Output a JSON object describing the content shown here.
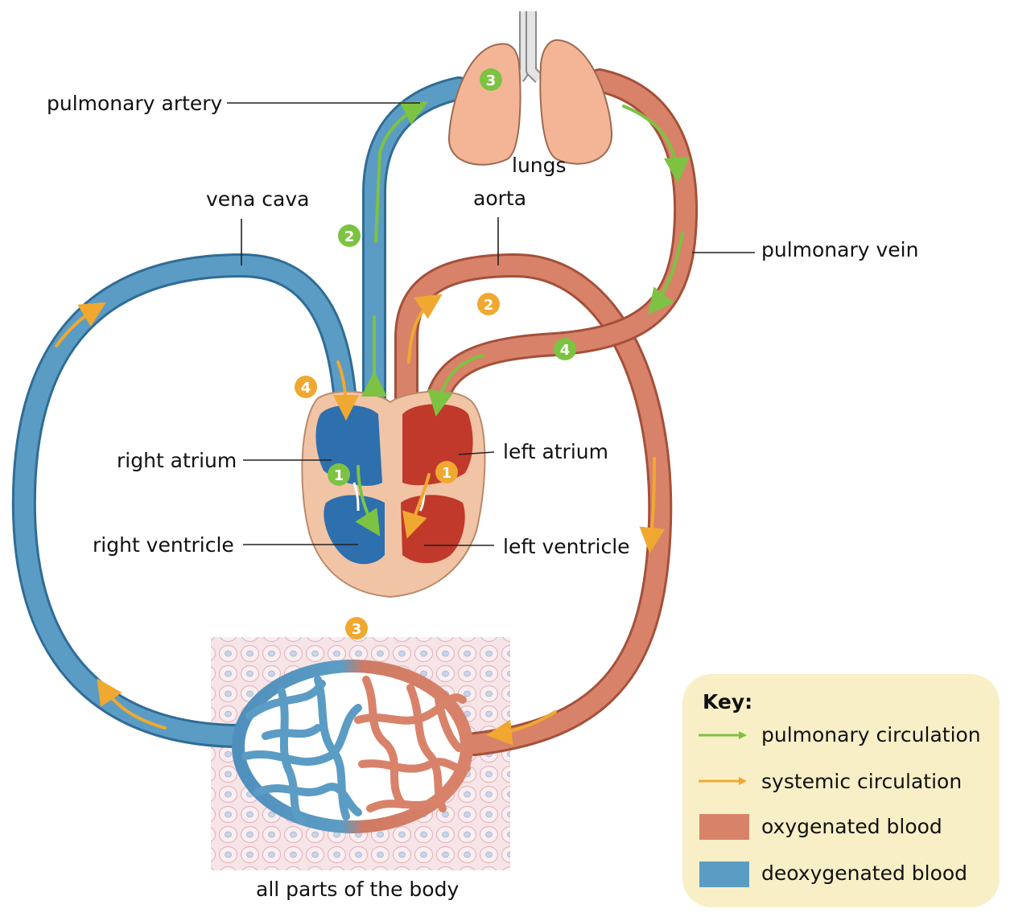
{
  "labels": {
    "pulmonary_artery": "pulmonary artery",
    "lungs": "lungs",
    "vena_cava": "vena cava",
    "aorta": "aorta",
    "pulmonary_vein": "pulmonary vein",
    "right_atrium": "right atrium",
    "left_atrium": "left atrium",
    "right_ventricle": "right ventricle",
    "left_ventricle": "left ventricle",
    "body": "all parts of the body"
  },
  "markers": {
    "lungs_step": "3",
    "pulmonary_artery_step": "2",
    "aorta_step": "2",
    "pulmonary_vein_step": "4",
    "vena_cava_step": "4",
    "right_atrium_step": "1",
    "left_atrium_step": "1",
    "body_step": "3"
  },
  "key": {
    "title": "Key:",
    "pulmonary": "pulmonary circulation",
    "systemic": "systemic circulation",
    "oxygenated": "oxygenated blood",
    "deoxygenated": "deoxygenated blood"
  },
  "colors": {
    "oxygenated": "#d9826a",
    "deoxygenated": "#5b9cc4",
    "pulmonary_arrow": "#7dc242",
    "systemic_arrow": "#f0a830",
    "key_background": "#f8efc6"
  }
}
